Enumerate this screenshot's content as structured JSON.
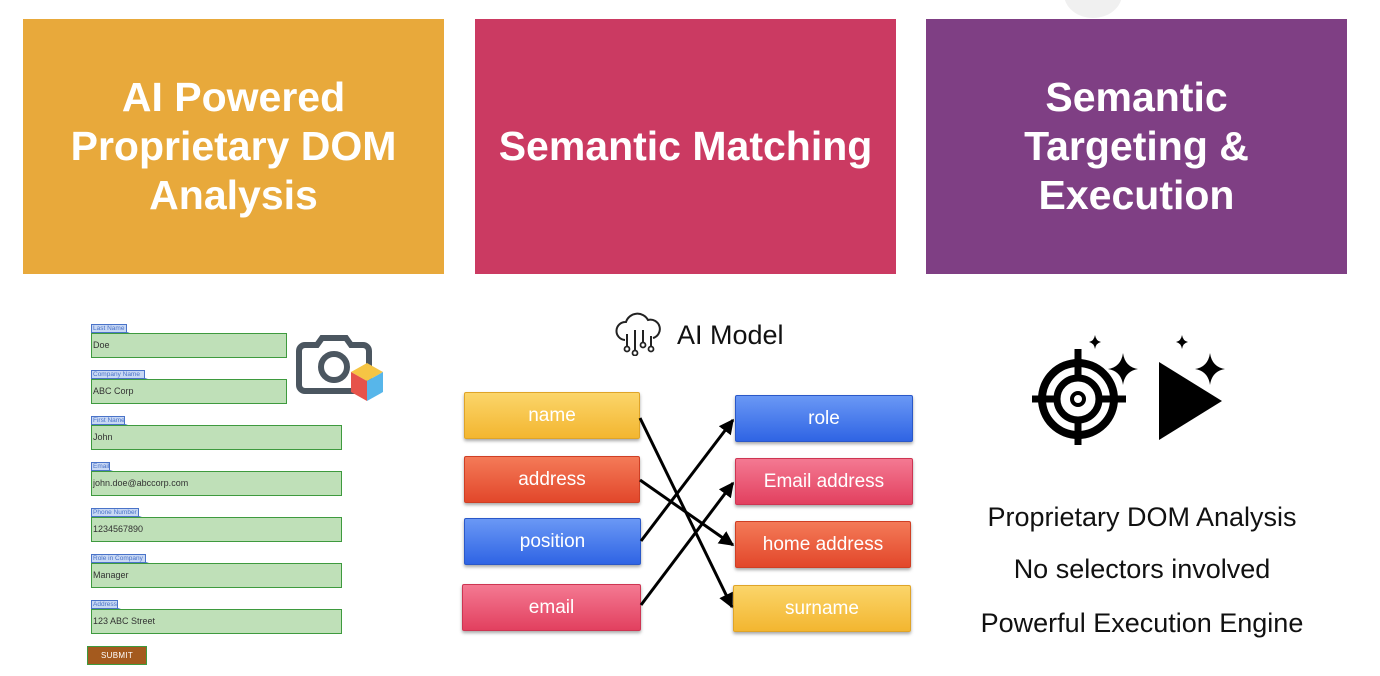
{
  "banners": [
    {
      "text": "AI Powered\nProprietary DOM\nAnalysis",
      "color": "#e8a93b"
    },
    {
      "text": "Semantic Matching",
      "color": "#cb3a62"
    },
    {
      "text": "Semantic\nTargeting &\nExecution",
      "color": "#7f3f84"
    }
  ],
  "form": {
    "fields": [
      {
        "label": "Last Name",
        "value": "Doe"
      },
      {
        "label": "Company Name",
        "value": "ABC Corp"
      },
      {
        "label": "First Name",
        "value": "John"
      },
      {
        "label": "Email",
        "value": "john.doe@abccorp.com"
      },
      {
        "label": "Phone Number",
        "value": "1234567890"
      },
      {
        "label": "Role in Company",
        "value": "Manager"
      },
      {
        "label": "Address",
        "value": "123 ABC Street"
      }
    ],
    "submit_label": "SUBMIT",
    "field_color": "#bfe0b8",
    "label_color": "#c8d8f4",
    "submit_color": "#a45a1e"
  },
  "ai_model": {
    "title": "AI Model",
    "icon": "cloud-circuit-icon"
  },
  "matching": {
    "left": [
      {
        "label": "name",
        "color": "yellow"
      },
      {
        "label": "address",
        "color": "orange"
      },
      {
        "label": "position",
        "color": "blue"
      },
      {
        "label": "email",
        "color": "pink"
      }
    ],
    "right": [
      {
        "label": "role",
        "color": "blue"
      },
      {
        "label": "Email address",
        "color": "pink"
      },
      {
        "label": "home address",
        "color": "orange"
      },
      {
        "label": "surname",
        "color": "yellow"
      }
    ],
    "links": [
      {
        "from": "name",
        "to": "surname"
      },
      {
        "from": "address",
        "to": "home address"
      },
      {
        "from": "position",
        "to": "role"
      },
      {
        "from": "email",
        "to": "Email address"
      }
    ]
  },
  "icons": {
    "camera": "camera-shapes-icon",
    "target": "crosshair-target-sparkle-icon",
    "play": "play-sparkle-icon"
  },
  "features": [
    "Proprietary DOM Analysis",
    "No selectors involved",
    "Powerful Execution Engine"
  ]
}
